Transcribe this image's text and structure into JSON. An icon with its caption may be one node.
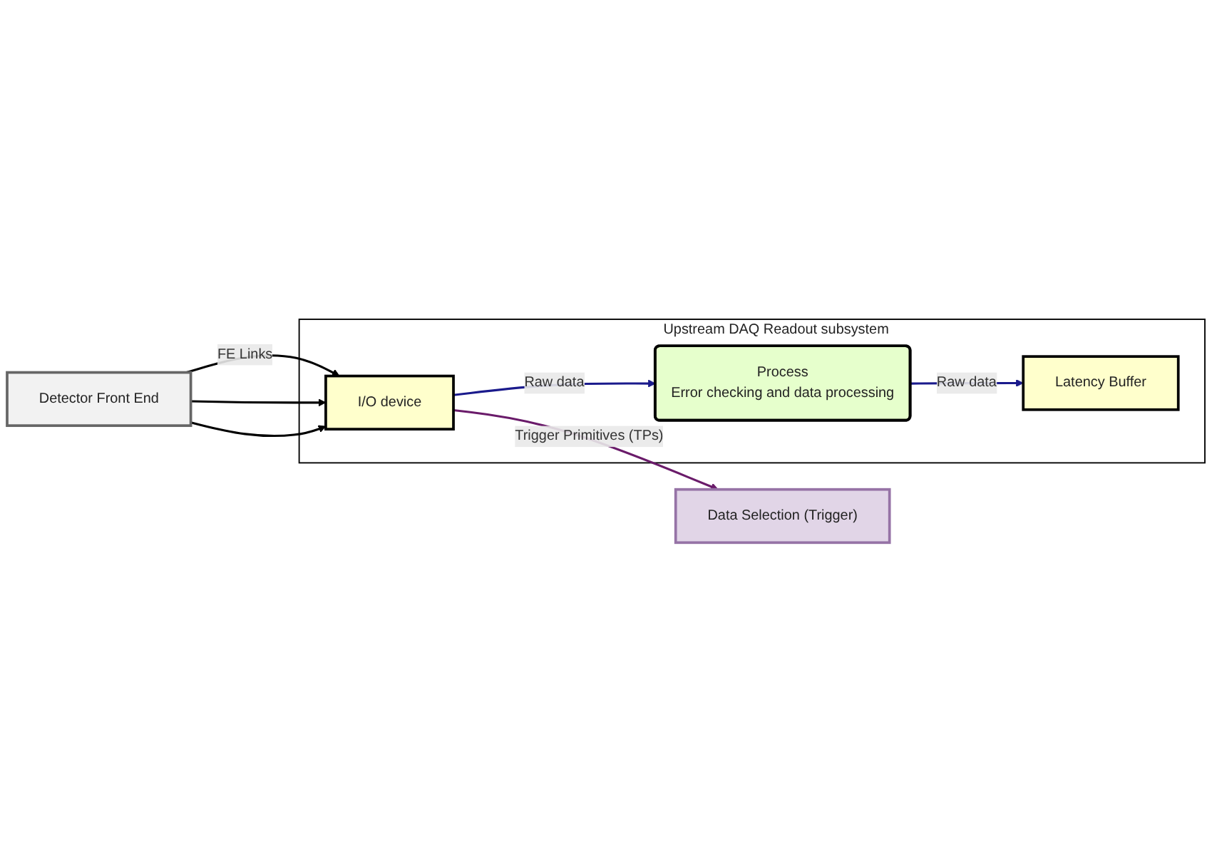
{
  "diagram": {
    "nodes": [
      {
        "text": [
          "Upstream DAQ Readout subsystem"
        ]
      },
      {
        "text": [
          "Detector Front End"
        ]
      },
      {
        "text": [
          "I/O device"
        ],
        "in": 0
      },
      {
        "text": [
          "Process",
          "Error checking and data processing"
        ],
        "in": 0
      },
      {
        "text": [
          "Latency Buffer"
        ],
        "in": 0
      },
      {
        "text": [
          "Data Selection (Trigger)"
        ]
      }
    ],
    "edges": [
      {
        "from": 1,
        "to": 2,
        "arrow": "to",
        "label": "FE Links",
        "color": "#000000"
      },
      {
        "from": 1,
        "to": 2,
        "arrow": "to",
        "color": "#000000"
      },
      {
        "from": 1,
        "to": 2,
        "arrow": "to",
        "color": "#000000"
      },
      {
        "from": 2,
        "to": 3,
        "arrow": "to",
        "label": "Raw data",
        "color": "#1a1a8c"
      },
      {
        "from": 3,
        "to": 4,
        "arrow": "to",
        "label": "Raw data",
        "color": "#1a1a8c"
      },
      {
        "from": 2,
        "to": 5,
        "arrow": "to",
        "label": "Trigger Primitives (TPs)",
        "color": "#6a1b6a"
      }
    ]
  }
}
